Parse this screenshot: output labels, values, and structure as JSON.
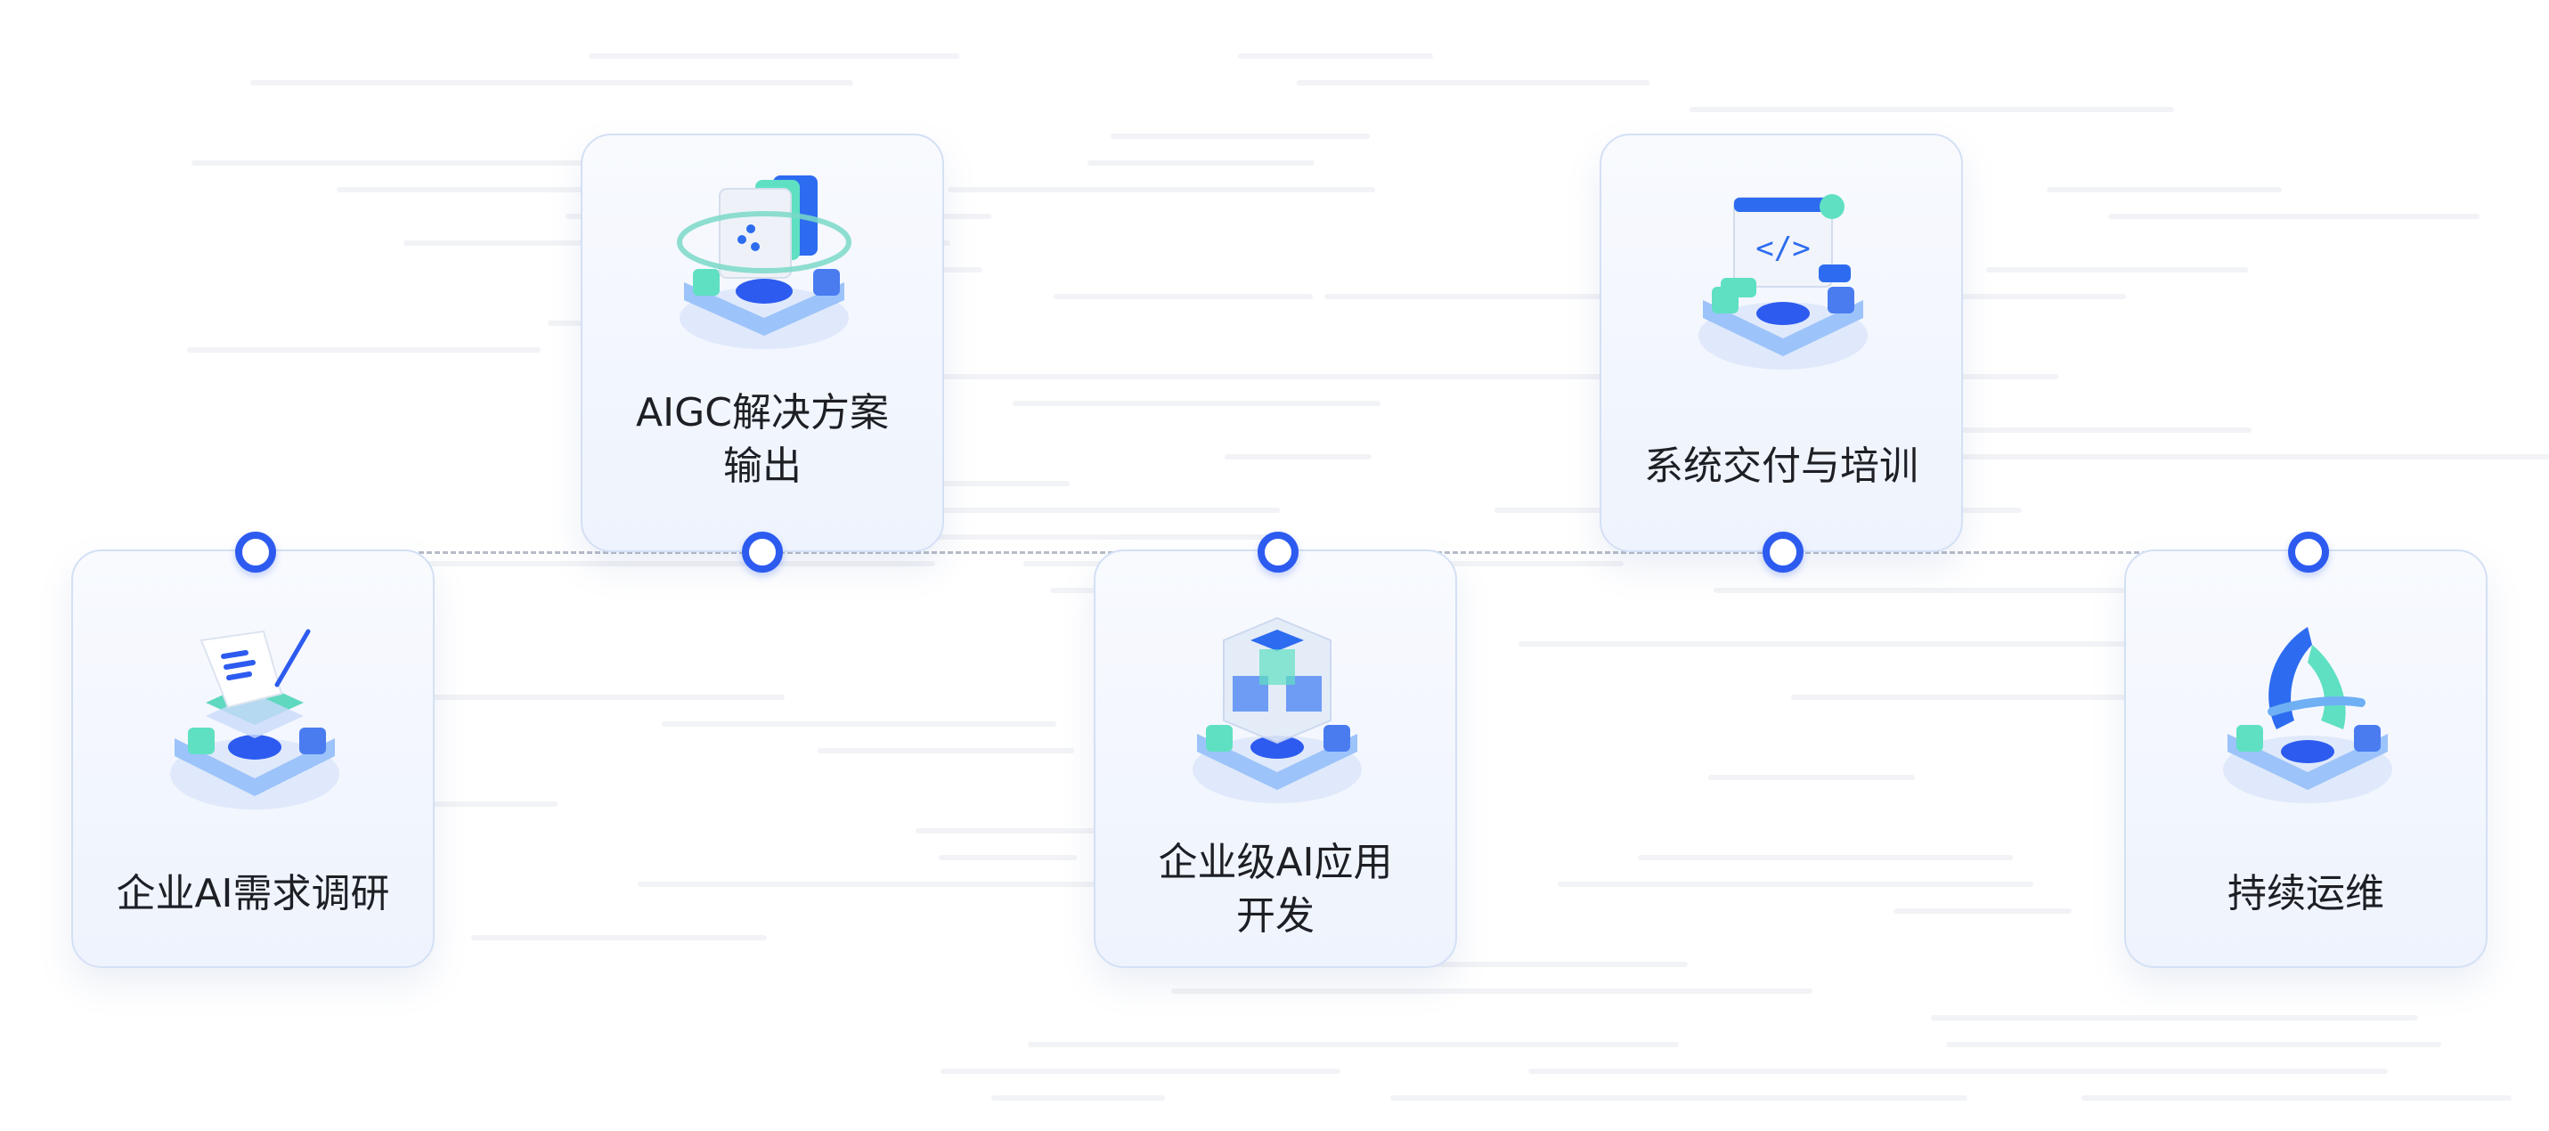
{
  "steps": [
    {
      "label": "企业AI需求调研",
      "icon": "document-pen-icon"
    },
    {
      "label": "AIGC解决方案",
      "label2": "输出",
      "icon": "folders-share-icon"
    },
    {
      "label": "企业级AI应用",
      "label2": "开发",
      "icon": "cube-icon"
    },
    {
      "label": "系统交付与培训",
      "icon": "code-window-icon"
    },
    {
      "label": "持续运维",
      "icon": "loop-icon"
    }
  ],
  "colors": {
    "accent": "#2d5bf0",
    "teal": "#3ed6b0",
    "text": "#1d1f24"
  }
}
